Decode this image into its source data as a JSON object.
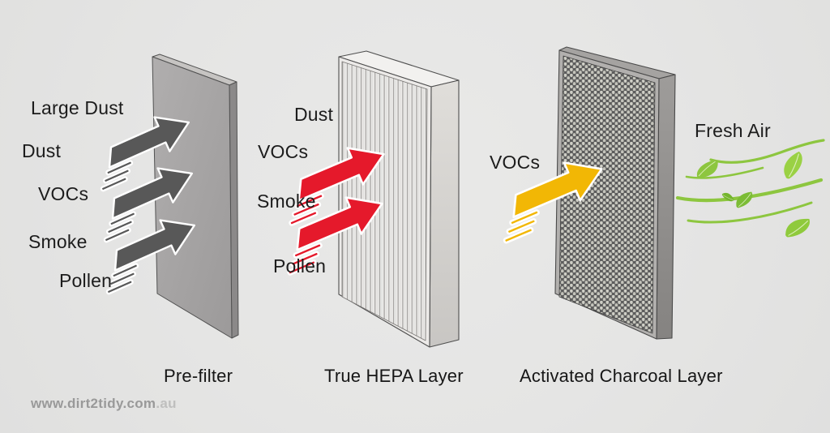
{
  "diagram": {
    "type": "air-purifier-filter-stages",
    "stages": [
      {
        "caption": "Pre-filter",
        "inputs": [
          "Large Dust",
          "Dust",
          "VOCs",
          "Smoke",
          "Pollen"
        ],
        "arrow_color": "#585858",
        "arrow_count": 3
      },
      {
        "caption": "True HEPA Layer",
        "inputs": [
          "Dust",
          "VOCs",
          "Smoke",
          "Pollen"
        ],
        "arrow_color": "#e5192b",
        "arrow_count": 2
      },
      {
        "caption": "Activated Charcoal Layer",
        "inputs": [
          "VOCs"
        ],
        "arrow_color": "#f2b705",
        "arrow_count": 1
      }
    ],
    "output": {
      "label": "Fresh Air",
      "line_color": "#8dc63f",
      "leaf_colors": [
        "#8dc63f",
        "#74b52e",
        "#9ad144",
        "#7cbc35",
        "#8fca3c"
      ]
    }
  },
  "watermark": {
    "domain": "www.dirt2tidy.com",
    "tld": ".au"
  },
  "colors": {
    "background": "#e6e6e5",
    "text": "#1c1c1c",
    "watermark": "#999999",
    "prefilter_panel": "#a6a4a4",
    "hepa_panel": "#ecebe9",
    "charcoal_panel": "#5d5d5d"
  }
}
